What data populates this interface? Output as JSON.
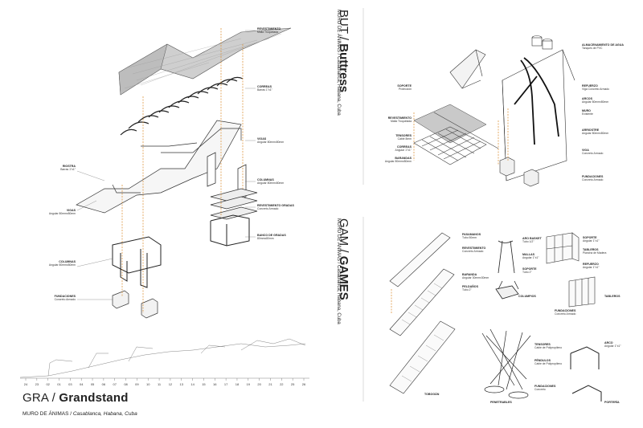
{
  "sections": {
    "grandstand": {
      "code": "GRA",
      "name": "Grandstand",
      "place": "MURO DE ÁNIMAS",
      "location": "Casablanca, Habana, Cuba"
    },
    "buttress": {
      "code": "BUT",
      "name": "Buttress",
      "place": "MURO DE ÁNIMAS",
      "location": "Casablanca, Habana, Cuba"
    },
    "games": {
      "code": "GAM",
      "name": "GAMES",
      "place": "MURO DE ÁNIMAS",
      "location": "Casablanca, Habana, Cuba"
    }
  },
  "separator": " / ",
  "grandstand_labels": {
    "revestimiento": [
      "REVESTIMIENTO",
      "Malla Troquelada"
    ],
    "correas": [
      "CORREAS",
      "Barras 1\"x1\""
    ],
    "vigas": [
      "VIGAS",
      "Angular 80mmx80mm"
    ],
    "riostra": [
      "RIOSTRA",
      "Barras 1\"x1\""
    ],
    "vigas_left": [
      "VIGAS",
      "Angular 80mmx80mm"
    ],
    "columnas_right": [
      "COLUMNAS",
      "Angular 80mmx80mm"
    ],
    "revestimiento_gradas": [
      "REVESTIMIENTO GRADAS",
      "Concreto Armado"
    ],
    "banco": [
      "BANCO DE GRADAS",
      "80mmx80mm"
    ],
    "columnas_left": [
      "COLUMNAS",
      "Angular 80mmx80mm"
    ],
    "fundaciones": [
      "FUNDACIONES",
      "Concreto Armado"
    ]
  },
  "grandstand_ticks": [
    "24",
    "23",
    "02",
    "01",
    "03",
    "04",
    "05",
    "06",
    "07",
    "08",
    "09",
    "10",
    "11",
    "12",
    "13",
    "14",
    "15",
    "16",
    "17",
    "18",
    "19",
    "20",
    "21",
    "22",
    "25",
    "26"
  ],
  "buttress_labels": {
    "almacenamiento": [
      "ALMACENAMIENTO DE AGUA",
      "Tanques de PVC"
    ],
    "soporte": [
      "SOPORTE",
      "Protección"
    ],
    "refuerzo": [
      "REFUERZO",
      "Viga Concreto Armado"
    ],
    "arcos": [
      "ARCOS",
      "Angular 80mmx80mm"
    ],
    "muro": [
      "MURO",
      "Existente"
    ],
    "revestimiento": [
      "REVESTIMIENTO",
      "Malla Troquelada"
    ],
    "tensores": [
      "TENSORES",
      "Cable 8mm"
    ],
    "correas": [
      "CORREAS",
      "Angular 1\"x1\""
    ],
    "arriostre": [
      "ARRIOSTRE",
      "Angular 80mmx80mm"
    ],
    "viga": [
      "VIGA",
      "Concreto Armado"
    ],
    "barandas": [
      "BARANDAS",
      "Angular 80mmx80mm"
    ],
    "fundaciones": [
      "FUNDACIONES",
      "Concreto Armado"
    ]
  },
  "games_labels": {
    "pasamanos": [
      "PASAMANOS",
      "Tubo 50mm"
    ],
    "revestimiento": [
      "REVESTIMIENTO",
      "Concreto Armado"
    ],
    "baranda": [
      "BARANDA",
      "Angular 30mmx30mm"
    ],
    "peldanos": [
      "PELDAÑOS",
      "Tubo 2\""
    ],
    "aros": [
      "ARO BASKET",
      "Tubo 1/2\""
    ],
    "tableros": [
      "TABLEROS",
      "Plancha de Madera"
    ],
    "refuerzo": [
      "REFUERZO",
      "Angular 1\"x1\""
    ],
    "soporte": [
      "SOPORTE",
      "Angular 1\"x1\""
    ],
    "fundaciones": [
      "FUNDACIONES",
      "Concreto Armado"
    ],
    "mallas": [
      "MALLAS",
      "Angular 1\"x1\""
    ],
    "soporte2": [
      "SOPORTE",
      "Tubo 2\""
    ],
    "fundaciones2": [
      "FUNDACIONES",
      "Concreto Armado"
    ],
    "tensores": [
      "TENSORES",
      "Cable de Polipropileno"
    ],
    "pendulos": [
      "PÉNDULOS",
      "Cable de Polipropileno"
    ],
    "fundaciones3": [
      "FUNDACIONES",
      "Concreto"
    ],
    "arco": [
      "ARCO",
      "Angular 1\"x1\""
    ]
  },
  "games_titles": {
    "tobogan": "TOBOGÁN",
    "columpios": "COLUMPIOS",
    "tableros": "TABLEROS",
    "penetrables": "PENETRABLES",
    "porteria": "PORTERÍA"
  },
  "colors": {
    "ink": "#222222",
    "accent_line": "#d98a2b",
    "mesh": "#bdbdbd",
    "background": "#ffffff"
  }
}
